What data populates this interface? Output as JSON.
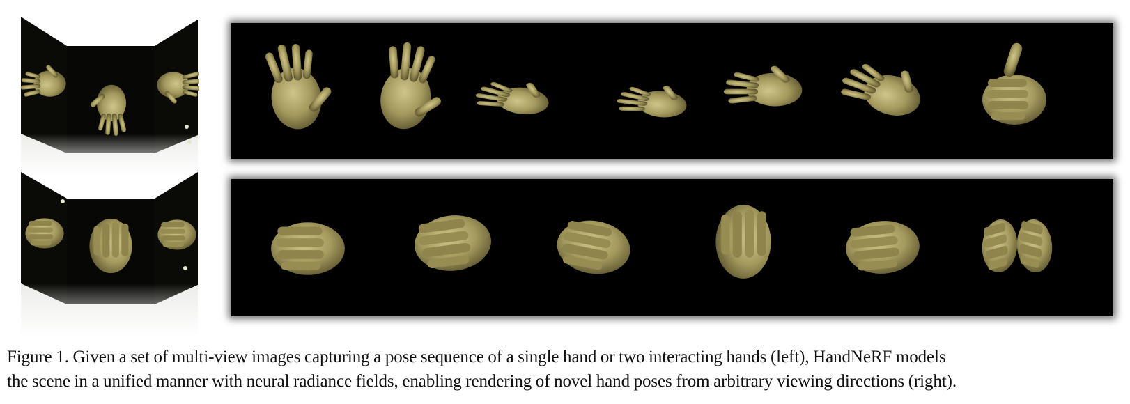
{
  "figure": {
    "caption_lines": [
      "Figure 1. Given a set of multi-view images capturing a pose sequence of a single hand or two interacting hands (left), HandNeRF models",
      "the scene in a unified manner with neural radiance fields, enabling rendering of novel hand poses from arbitrary viewing directions (right)."
    ]
  },
  "panels": {
    "left": [
      {
        "name": "single-hand-multiview",
        "views": 3
      },
      {
        "name": "two-hands-multiview",
        "views": 3
      }
    ],
    "right": [
      {
        "name": "single-hand-novel-poses",
        "renders": 7
      },
      {
        "name": "two-hands-novel-poses",
        "renders": 6
      }
    ]
  },
  "colors": {
    "background": "#000000",
    "skin": "#a59a5e",
    "skin_shadow": "#6b6236",
    "skin_highlight": "#cfc48a"
  }
}
